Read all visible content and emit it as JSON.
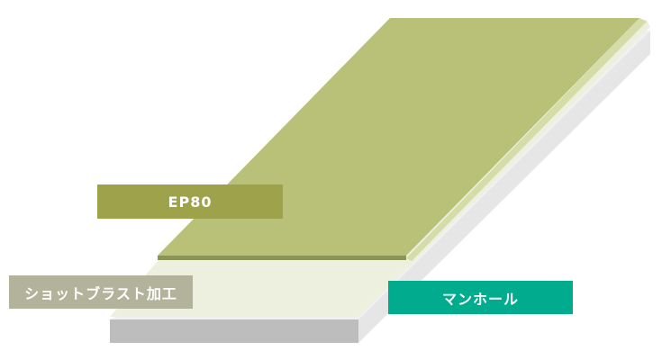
{
  "labels": {
    "coating": "EP80",
    "surface_prep": "ショットブラスト加工",
    "substrate": "マンホール"
  },
  "colors": {
    "coating_top": "#b8c177",
    "coating_edge": "#8a9455",
    "coating_side": "#d6dca8",
    "prep_layer": "#eef0df",
    "base_side": "#bdbdbd",
    "base_right": "#e6e6e6",
    "label_coating_bg": "#9ea24a",
    "label_prep_bg": "#b3b39b",
    "label_substrate_bg": "#00ab8e"
  }
}
